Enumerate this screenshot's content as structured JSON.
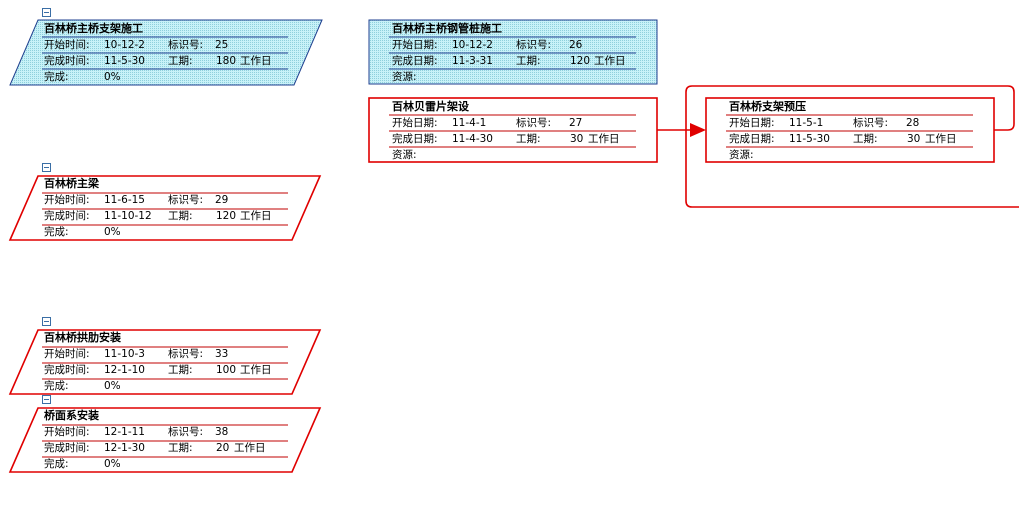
{
  "nodes": [
    {
      "title": "百林桥主桥支架施工",
      "start_label": "开始时间:",
      "start": "10-12-2",
      "id_label": "标识号:",
      "id": "25",
      "finish_label": "完成时间:",
      "finish": "11-5-30",
      "dur_label": "工期:",
      "dur": "180",
      "unit": "工作日",
      "third_label": "完成:",
      "third_value": "0%"
    },
    {
      "title": "百林桥主梁",
      "start_label": "开始时间:",
      "start": "11-6-15",
      "id_label": "标识号:",
      "id": "29",
      "finish_label": "完成时间:",
      "finish": "11-10-12",
      "dur_label": "工期:",
      "dur": "120",
      "unit": "工作日",
      "third_label": "完成:",
      "third_value": "0%"
    },
    {
      "title": "百林桥拱肋安装",
      "start_label": "开始时间:",
      "start": "11-10-3",
      "id_label": "标识号:",
      "id": "33",
      "finish_label": "完成时间:",
      "finish": "12-1-10",
      "dur_label": "工期:",
      "dur": "100",
      "unit": "工作日",
      "third_label": "完成:",
      "third_value": "0%"
    },
    {
      "title": "桥面系安装",
      "start_label": "开始时间:",
      "start": "12-1-11",
      "id_label": "标识号:",
      "id": "38",
      "finish_label": "完成时间:",
      "finish": "12-1-30",
      "dur_label": "工期:",
      "dur": "20",
      "unit": "工作日",
      "third_label": "完成:",
      "third_value": "0%"
    },
    {
      "title": "百林桥主桥钢管桩施工",
      "start_label": "开始日期:",
      "start": "10-12-2",
      "id_label": "标识号:",
      "id": "26",
      "finish_label": "完成日期:",
      "finish": "11-3-31",
      "dur_label": "工期:",
      "dur": "120",
      "unit": "工作日",
      "third_label": "资源:",
      "third_value": ""
    },
    {
      "title": "百林贝雷片架设",
      "start_label": "开始日期:",
      "start": "11-4-1",
      "id_label": "标识号:",
      "id": "27",
      "finish_label": "完成日期:",
      "finish": "11-4-30",
      "dur_label": "工期:",
      "dur": "30",
      "unit": "工作日",
      "third_label": "资源:",
      "third_value": ""
    },
    {
      "title": "百林桥支架预压",
      "start_label": "开始日期:",
      "start": "11-5-1",
      "id_label": "标识号:",
      "id": "28",
      "finish_label": "完成日期:",
      "finish": "11-5-30",
      "dur_label": "工期:",
      "dur": "30",
      "unit": "工作日",
      "third_label": "资源:",
      "third_value": ""
    }
  ],
  "colors": {
    "summary_fill": "#bfeff5",
    "summary_border": "#1f3f8f",
    "critical_border": "#e00000",
    "row_line_blue": "#1f3f8f",
    "row_line_red": "#c00000"
  }
}
